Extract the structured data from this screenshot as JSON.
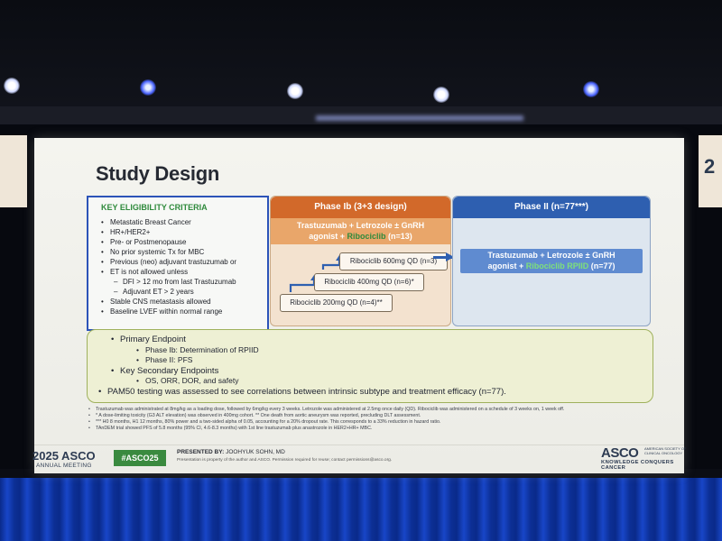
{
  "slide": {
    "title": "Study Design",
    "eligibility": {
      "heading": "KEY ELIGIBILITY CRITERIA",
      "items": [
        {
          "text": "Metastatic Breast Cancer",
          "level": 1
        },
        {
          "text": "HR+/HER2+",
          "level": 1
        },
        {
          "text": "Pre- or Postmenopause",
          "level": 1
        },
        {
          "text": "No prior systemic Tx for MBC",
          "level": 1
        },
        {
          "text": "Previous (neo) adjuvant trastuzumab or",
          "level": 1
        },
        {
          "text": "ET is not allowed unless",
          "level": 1
        },
        {
          "text": "DFI > 12 mo from last Trastuzumab",
          "level": 2
        },
        {
          "text": "Adjuvant ET > 2 years",
          "level": 2
        },
        {
          "text": "Stable CNS metastasis allowed",
          "level": 1
        },
        {
          "text": "Baseline LVEF within normal range",
          "level": 1
        }
      ]
    },
    "phase1": {
      "header": "Phase Ib (3+3 design)",
      "regimen_line1": "Trastuzumab + Letrozole ± GnRH",
      "regimen_prefix": "agonist + ",
      "regimen_drug": "Ribociclib",
      "regimen_n": " (n=13)",
      "doses": [
        "Ribociclib 600mg QD (n=3)",
        "Ribociclib 400mg QD (n=6)*",
        "Ribociclib 200mg QD (n=4)**"
      ]
    },
    "phase2": {
      "header": "Phase II (n=77***)",
      "regimen_line1": "Trastuzumab + Letrozole ± GnRH",
      "regimen_prefix": "agonist + ",
      "regimen_drug": "Ribociclib RPIID",
      "regimen_n": " (n=77)"
    },
    "endpoints": {
      "primary": "Primary Endpoint",
      "primary_items": [
        "Phase Ib: Determination of RPIID",
        "Phase II: PFS"
      ],
      "secondary": "Key Secondary Endpoints",
      "secondary_items": [
        "OS, ORR, DOR, and safety"
      ],
      "pam50": "PAM50 testing was assessed to see correlations between intrinsic subtype and treatment efficacy (n=77)."
    },
    "footnotes": [
      "Trastuzumab was administrated at 8mg/kg as a loading dose, followed by 6mg/kg every 3 weeks. Letrozole was administered at 2.5mg once daily (QD). Ribociclib was administered on a schedule of 3 weeks on, 1 week off.",
      "* A dose-limiting toxicity (G3 ALT elevation) was observed in 400mg cohort. ** One death from aortic aneurysm was reported, precluding DLT assessment.",
      "*** H0 8 months, H1 12 months, 80% power and a two-sided alpha of 0.05, accounting for a 20% dropout rate. This corresponds to a 33% reduction in hazard ratio.",
      "TAnDEM trial showed PFS of 5.8 months (95% CI, 4.6-8.3 months) with 1st line trastuzumab plus anastrozole in HER2+HR+ MBC."
    ],
    "footer": {
      "meeting_year": "2025 ASCO",
      "meeting_name": "ANNUAL MEETING",
      "hashtag": "#ASCO25",
      "presented_by_label": "PRESENTED BY:",
      "presenter": "JOOHYUK SOHN, MD",
      "disclaimer": "Presentation is property of the author and ASCO. Permission required for reuse; contact permissions@asco.org.",
      "asco_logo": "ASCO",
      "asco_org": "AMERICAN SOCIETY OF CLINICAL ONCOLOGY",
      "tagline": "KNOWLEDGE CONQUERS CANCER"
    },
    "colors": {
      "phase1_header": "#d2692a",
      "phase2_header": "#2e5fb0",
      "eligibility_heading": "#2f8a3c",
      "endpoint_bg": "#eef0d4",
      "hashtag_bg": "#3a8a3f"
    }
  },
  "venue": {
    "side_screen_text": "2"
  }
}
